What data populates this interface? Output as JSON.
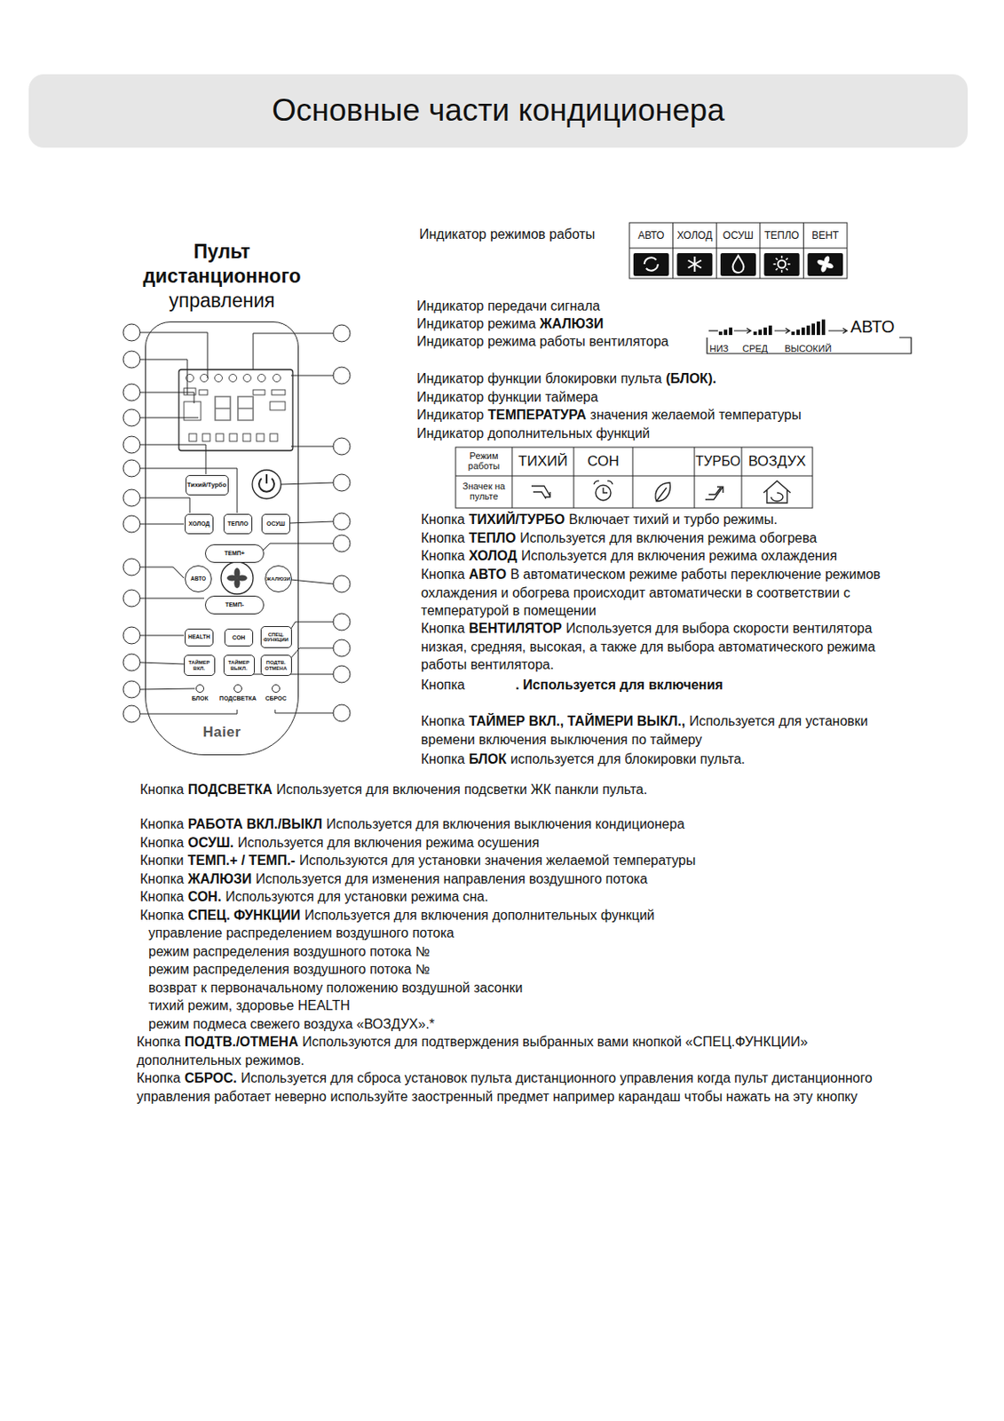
{
  "diagram": {
    "title": "Основные части кондиционера",
    "nodes": [
      {
        "text": [
          "Haier"
        ]
      },
      {
        "text": [
          "Тихий/Турбо"
        ],
        "in": 0
      },
      {
        "text": [
          "ХОЛОД"
        ],
        "in": 0
      },
      {
        "text": [
          "ТЕПЛО"
        ],
        "in": 0
      },
      {
        "text": [
          "ОСУШ"
        ],
        "in": 0
      },
      {
        "text": [
          "ТЕМП+"
        ],
        "in": 0
      },
      {
        "text": [
          "АВТО"
        ],
        "in": 0
      },
      {
        "text": [
          "ЖАЛЮЗИ"
        ],
        "in": 0
      },
      {
        "text": [
          "ТЕМП-"
        ],
        "in": 0
      },
      {
        "text": [
          "HEALTH"
        ],
        "in": 0
      },
      {
        "text": [
          "СОН"
        ],
        "in": 0
      },
      {
        "text": [
          "СПЕЦ. ФУНКЦИИ"
        ],
        "in": 0
      },
      {
        "text": [
          "ТАЙМЕР ВКЛ."
        ],
        "in": 0
      },
      {
        "text": [
          "ТАЙМЕР ВЫКЛ."
        ],
        "in": 0
      },
      {
        "text": [
          "ПОДТВ. ОТМЕНА"
        ],
        "in": 0
      },
      {
        "text": [
          "БЛОК"
        ],
        "in": 0
      },
      {
        "text": [
          "ПОДСВЕТКА"
        ],
        "in": 0
      },
      {
        "text": [
          "СБРОС"
        ],
        "in": 0
      }
    ],
    "labels": [
      "Индикатор режимов работы",
      "Пульт",
      "дистанционного",
      "управления",
      "АВТО",
      "ХОЛОД",
      "ОСУШ",
      "ТЕПЛО",
      "ВЕНТ",
      "Индикатор передачи сигнала",
      "Индикатор режима",
      "ЖАЛЮЗИ",
      "Индикатор режима работы вентилятора",
      "НИЗ",
      "СРЕД",
      "ВЫСОКИЙ",
      "АВТО",
      "Индикатор функции блокировки пульта",
      "(БЛОК).",
      "Индикатор функции таймера",
      "Индикатор",
      "ТЕМПЕРАТУРА",
      "значения желаемой температуры",
      "Индикатор дополнительных функций",
      "Режим работы",
      "ТИХИЙ",
      "СОН",
      "ТУРБО",
      "ВОЗДУХ",
      "Значек на пульте",
      "Кнопка",
      "ТИХИЙ/ТУРБО",
      "Включает тихий и турбо режимы.",
      "Кнопка",
      "ТЕПЛО",
      "Используется для включения режима обогрева",
      "Кнопка",
      "ХОЛОД",
      "Используется для включения режима охлаждения",
      "Кнопка",
      "АВТО",
      "В автоматическом режиме работы переключение режимов охлаждения и обогрева происходит автоматически в соответствии с температурой в помещении",
      "Кнопка",
      "ВЕНТИЛЯТОР",
      "Используется для выбора скорости вентилятора низкая, средняя, высокая, а также для выбора автоматического режима работы вентилятора.",
      "Кнопка",
      ". Используется для включения",
      "Кнопка",
      "ТАЙМЕР ВКЛ., ТАЙМЕРИ ВЫКЛ.,",
      "Используется для установки времени включения выключения по таймеру",
      "Кнопка",
      "БЛОК",
      "используется для блокировки пульта.",
      "Кнопка",
      "ПОДСВЕТКА",
      "Используется для включения подсветки ЖК панкли пульта.",
      "Кнопка",
      "РАБОТА ВКЛ./ВЫКЛ",
      "Используется для включения выключения кондиционера",
      "Кнопка",
      "ОСУШ.",
      "Используется для включения режима осушения",
      "Кнопки",
      "ТЕМП.+ / ТЕМП.-",
      "Используются для установки значения желаемой температуры",
      "Кнопка",
      "ЖАЛЮЗИ",
      "Используется для изменения направления воздушного потока",
      "Кнопка",
      "СОН.",
      "Используются для установки режима сна.",
      "Кнопка",
      "СПЕЦ. ФУНКЦИИ",
      "Используется для включения дополнительных функций",
      "управление распределением воздушного потока",
      "режим распределения воздушного потока №",
      "режим распределения воздушного потока №",
      "возврат к первоначальному положению воздушной засонки",
      "тихий режим, здоровье HEALTH",
      "режим подмеса свежего воздуха «ВОЗДУХ».*",
      "Кнопка",
      "ПОДТВ./ОТМЕНА",
      "Используются для подтверждения выбранных вами кнопкой «СПЕЦ.ФУНКЦИИ» дополнительных режимов.",
      "Кнопка",
      "СБРОС.",
      "Используется для сброса установок пульта дистанционного управления когда пульт дистанционного управления работает неверно используйте заостренный предмет например карандаш чтобы нажать на эту кнопку"
    ]
  }
}
